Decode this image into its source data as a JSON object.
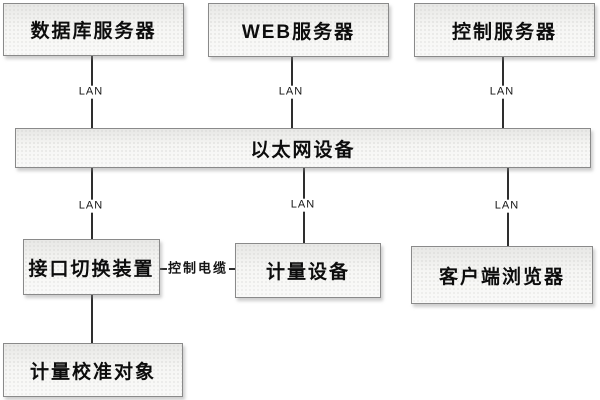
{
  "nodes": {
    "database_server": {
      "label": "数据库服务器"
    },
    "web_server": {
      "label": "WEB服务器"
    },
    "control_server": {
      "label": "控制服务器"
    },
    "ethernet_device": {
      "label": "以太网设备"
    },
    "interface_switch": {
      "label": "接口切换装置"
    },
    "metering_device": {
      "label": "计量设备"
    },
    "client_browser": {
      "label": "客户端浏览器"
    },
    "calibration_object": {
      "label": "计量校准对象"
    }
  },
  "edges": {
    "lan_label": "LAN",
    "control_cable_label": "控制电缆"
  },
  "colors": {
    "background": "#ffffff",
    "box_border": "#8a8a8a",
    "box_fill": "#f5f5f3",
    "connector_line": "#2e2e2e",
    "text": "#0d0d0d"
  }
}
